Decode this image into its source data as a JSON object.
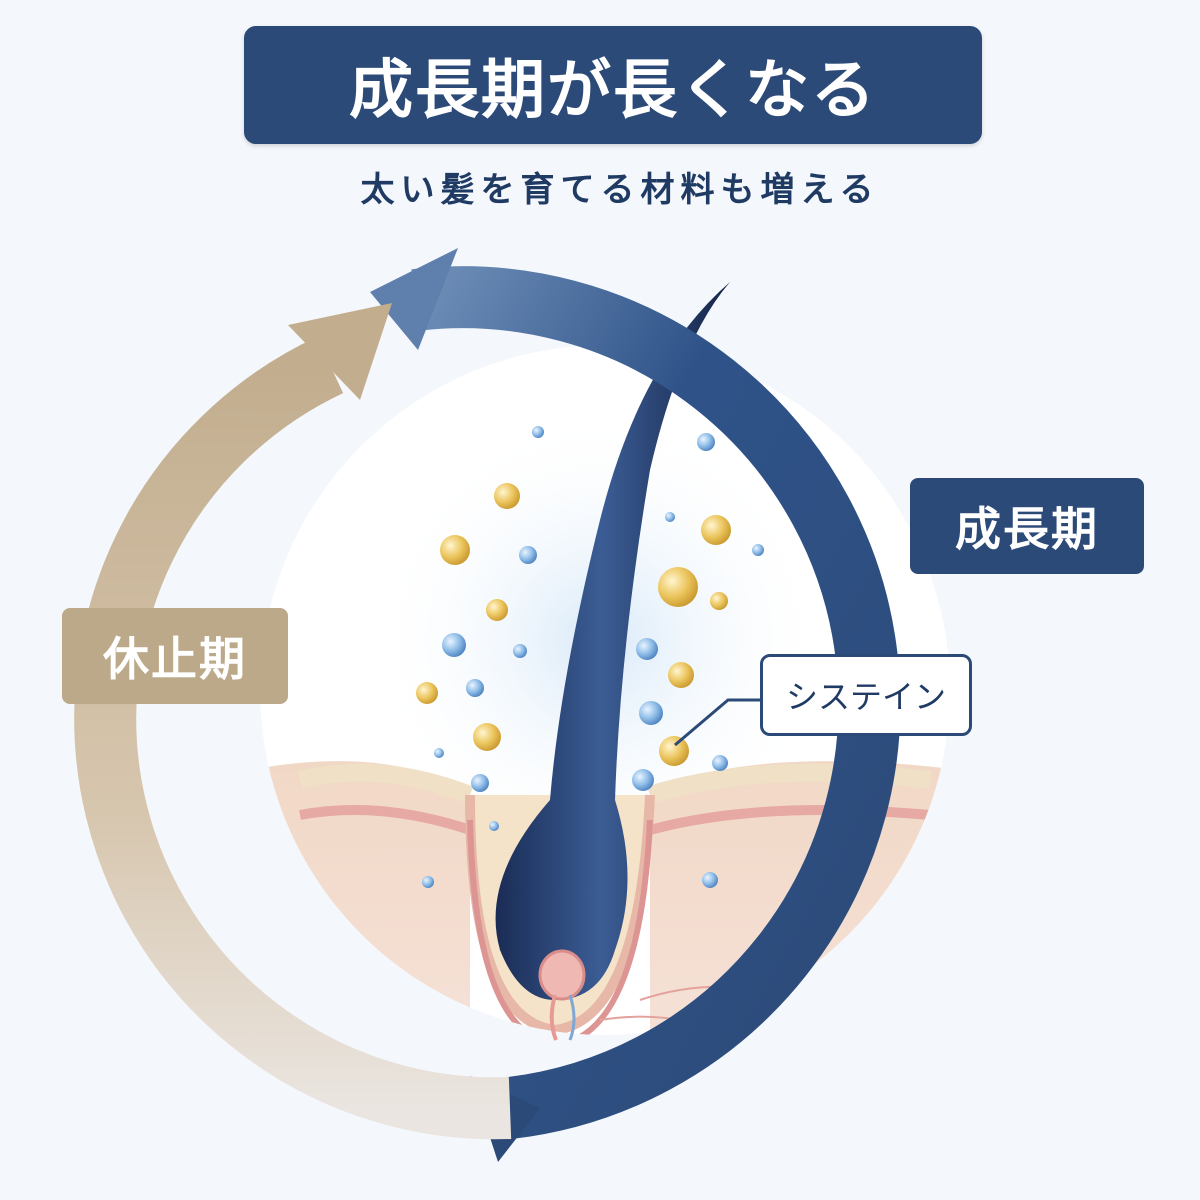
{
  "title": "成長期が長くなる",
  "subtitle": "太い髪を育てる材料も増える",
  "labels": {
    "growth_phase": "成長期",
    "resting_phase": "休止期",
    "cysteine": "システイン"
  },
  "colors": {
    "navy": "#2c4a78",
    "beige": "#bca98a",
    "gold_particle": "#e8c15a",
    "blue_particle": "#7fb0e0",
    "skin": "#f3cdbf"
  }
}
